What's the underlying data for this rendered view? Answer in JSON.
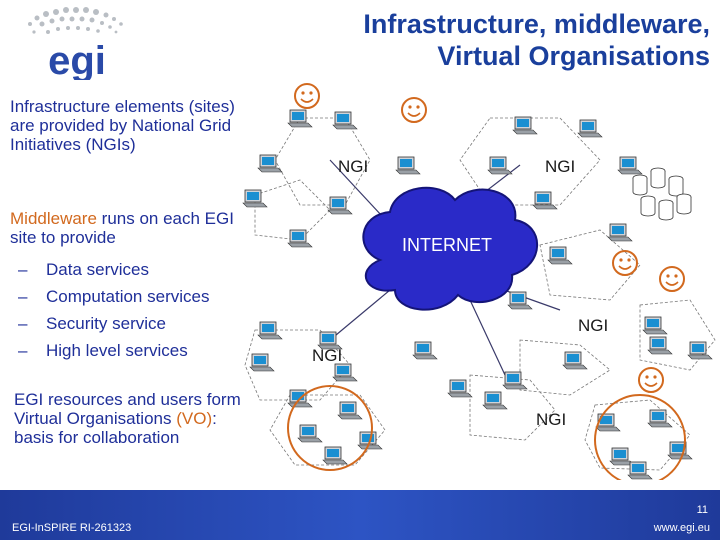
{
  "header": {
    "title_line1": "Infrastructure, middleware,",
    "title_line2": "Virtual Organisations",
    "logo_text": "egi"
  },
  "left_text": {
    "block1": "Infrastructure elements (sites) are provided by National Grid Initiatives (NGIs)",
    "block2_before": "Middleware",
    "block2_after": " runs on each EGI site to provide",
    "bullets": [
      {
        "dash": "–",
        "text": "Data services"
      },
      {
        "dash": "–",
        "text": "Computation services"
      },
      {
        "dash": "–",
        "text": "Security service"
      },
      {
        "dash": "–",
        "text": "High level services"
      }
    ],
    "block3_a": "EGI resources and users form ",
    "block3_b": "Virtual Organisations",
    "block3_c": " ",
    "block3_d": "(VO)",
    "block3_e": ": basis for collaboration"
  },
  "diagram": {
    "internet_label": "INTERNET",
    "ngi_labels": [
      "NGI",
      "NGI",
      "NGI",
      "NGI",
      "NGI"
    ]
  },
  "footer": {
    "left": "EGI-InSPIRE RI-261323",
    "page_number": "11",
    "url": "www.egi.eu"
  },
  "colors": {
    "title": "#1a3f9c",
    "text": "#1f2f99",
    "orange": "#d2691e",
    "cloud": "#2a2ac8",
    "footer": "#1f3a9a"
  }
}
